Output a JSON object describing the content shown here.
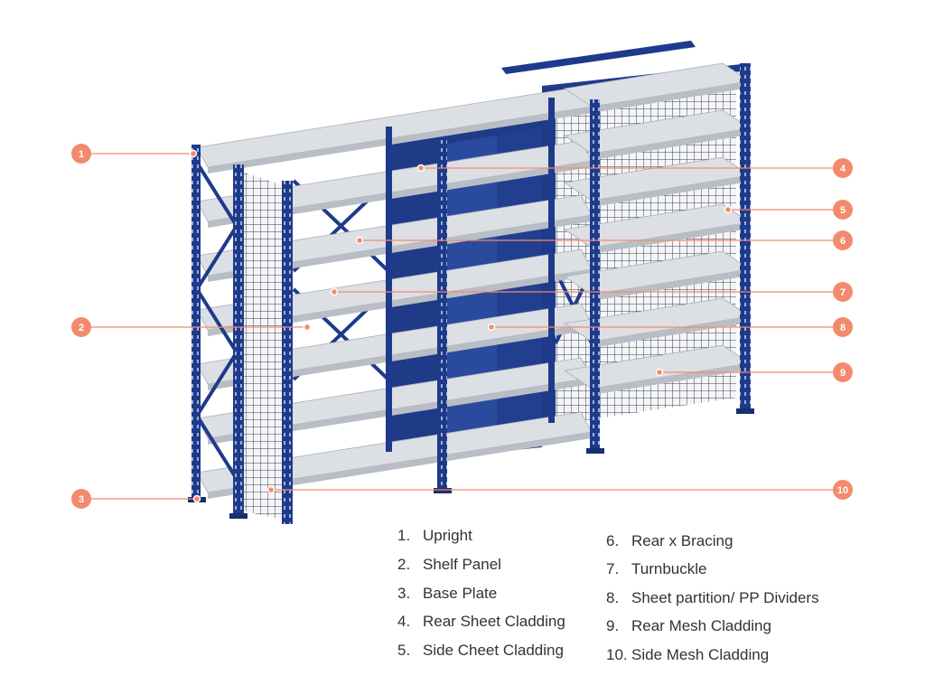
{
  "colors": {
    "frame": "#1e3a8a",
    "frame_dark": "#17306f",
    "shelf": "#dcdfe4",
    "shelf_edge": "#aab0b8",
    "shelf_underside": "#b9bec6",
    "mesh": "#3a3f4a",
    "callout": "#f28b6d",
    "callout_line": "#f28b6d"
  },
  "callouts": [
    {
      "num": "1"
    },
    {
      "num": "2"
    },
    {
      "num": "3"
    },
    {
      "num": "4"
    },
    {
      "num": "5"
    },
    {
      "num": "6"
    },
    {
      "num": "7"
    },
    {
      "num": "8"
    },
    {
      "num": "9"
    },
    {
      "num": "10"
    }
  ],
  "legend": [
    {
      "num": "1.",
      "label": "Upright"
    },
    {
      "num": "2.",
      "label": "Shelf Panel"
    },
    {
      "num": "3.",
      "label": "Base Plate"
    },
    {
      "num": "4.",
      "label": "Rear Sheet Cladding"
    },
    {
      "num": "5.",
      "label": "Side Cheet Cladding"
    },
    {
      "num": "6.",
      "label": "Rear x Bracing"
    },
    {
      "num": "7.",
      "label": "Turnbuckle"
    },
    {
      "num": "8.",
      "label": "Sheet partition/ PP Dividers"
    },
    {
      "num": "9.",
      "label": "Rear Mesh Cladding"
    },
    {
      "num": "10.",
      "label": "Side Mesh Cladding"
    }
  ]
}
